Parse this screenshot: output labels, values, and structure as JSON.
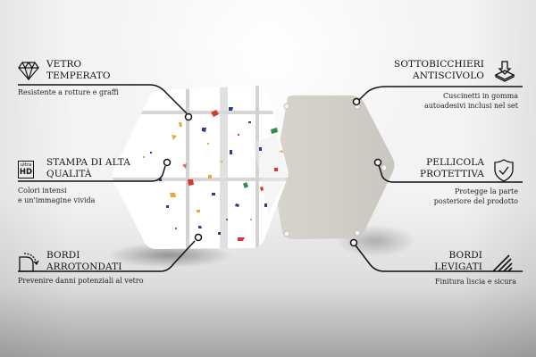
{
  "features": {
    "left": [
      {
        "id": "vetro-temperato",
        "icon": "diamond-icon",
        "title_line1": "VETRO",
        "title_line2": "TEMPERATO",
        "desc_line1": "Resistente a rotture e graffi",
        "desc_line2": ""
      },
      {
        "id": "stampa-alta-qualita",
        "icon": "ultra-hd-icon",
        "icon_text_top": "ultra",
        "icon_text_bottom": "HD",
        "title_line1": "STAMPA DI ALTA",
        "title_line2": "QUALITÀ",
        "desc_line1": "Colori intensi",
        "desc_line2": "e un'immagine vivida"
      },
      {
        "id": "bordi-arrotondati",
        "icon": "rounded-corner-icon",
        "title_line1": "BORDI",
        "title_line2": "ARROTONDATI",
        "desc_line1": "Prevenire danni potenziali al vetro",
        "desc_line2": ""
      }
    ],
    "right": [
      {
        "id": "sottobicchieri-antiscivolo",
        "icon": "anti-slip-pad-icon",
        "title_line1": "SOTTOBICCHIERI",
        "title_line2": "ANTISCIVOLO",
        "desc_line1": "Cuscinetti in gomma",
        "desc_line2": "autoadesivi inclusi nel set"
      },
      {
        "id": "pellicola-protettiva",
        "icon": "shield-check-icon",
        "title_line1": "PELLICOLA",
        "title_line2": "PROTETTIVA",
        "desc_line1": "Protegge la parte",
        "desc_line2": "posteriore del prodotto"
      },
      {
        "id": "bordi-levigati",
        "icon": "polished-edge-icon",
        "title_line1": "BORDI",
        "title_line2": "LEVIGATI",
        "desc_line1": "Finitura liscia e sicura",
        "desc_line2": ""
      }
    ]
  },
  "product": {
    "front": {
      "name": "hexagon-coaster-front",
      "pattern": "terrazzo",
      "base_color": "#ffffff",
      "grid_color": "#d0d0d0",
      "speckle_colors": [
        "#2a3d8f",
        "#e8a93a",
        "#d23b2e",
        "#2e8b4a",
        "#e36a5a"
      ]
    },
    "back": {
      "name": "hexagon-coaster-back",
      "color": "#cfcdc5",
      "pad_color": "#e9e9e6"
    }
  },
  "colors": {
    "line": "#111111",
    "text": "#111111",
    "background_top": "#f4f4f4",
    "background_bottom": "#a4a4a4"
  }
}
